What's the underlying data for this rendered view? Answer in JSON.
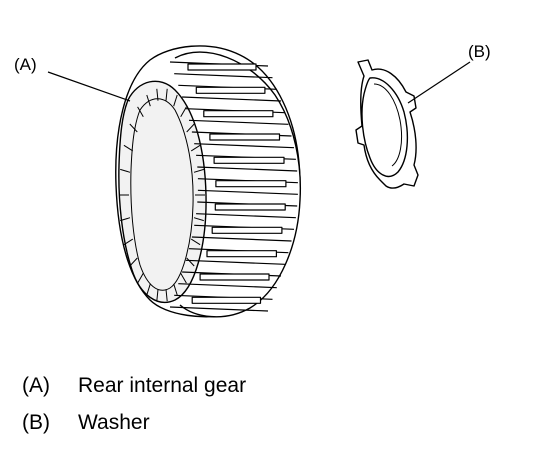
{
  "callouts": {
    "a": "(A)",
    "b": "(B)"
  },
  "legend": [
    {
      "key": "(A)",
      "text": "Rear internal gear"
    },
    {
      "key": "(B)",
      "text": "Washer"
    }
  ]
}
